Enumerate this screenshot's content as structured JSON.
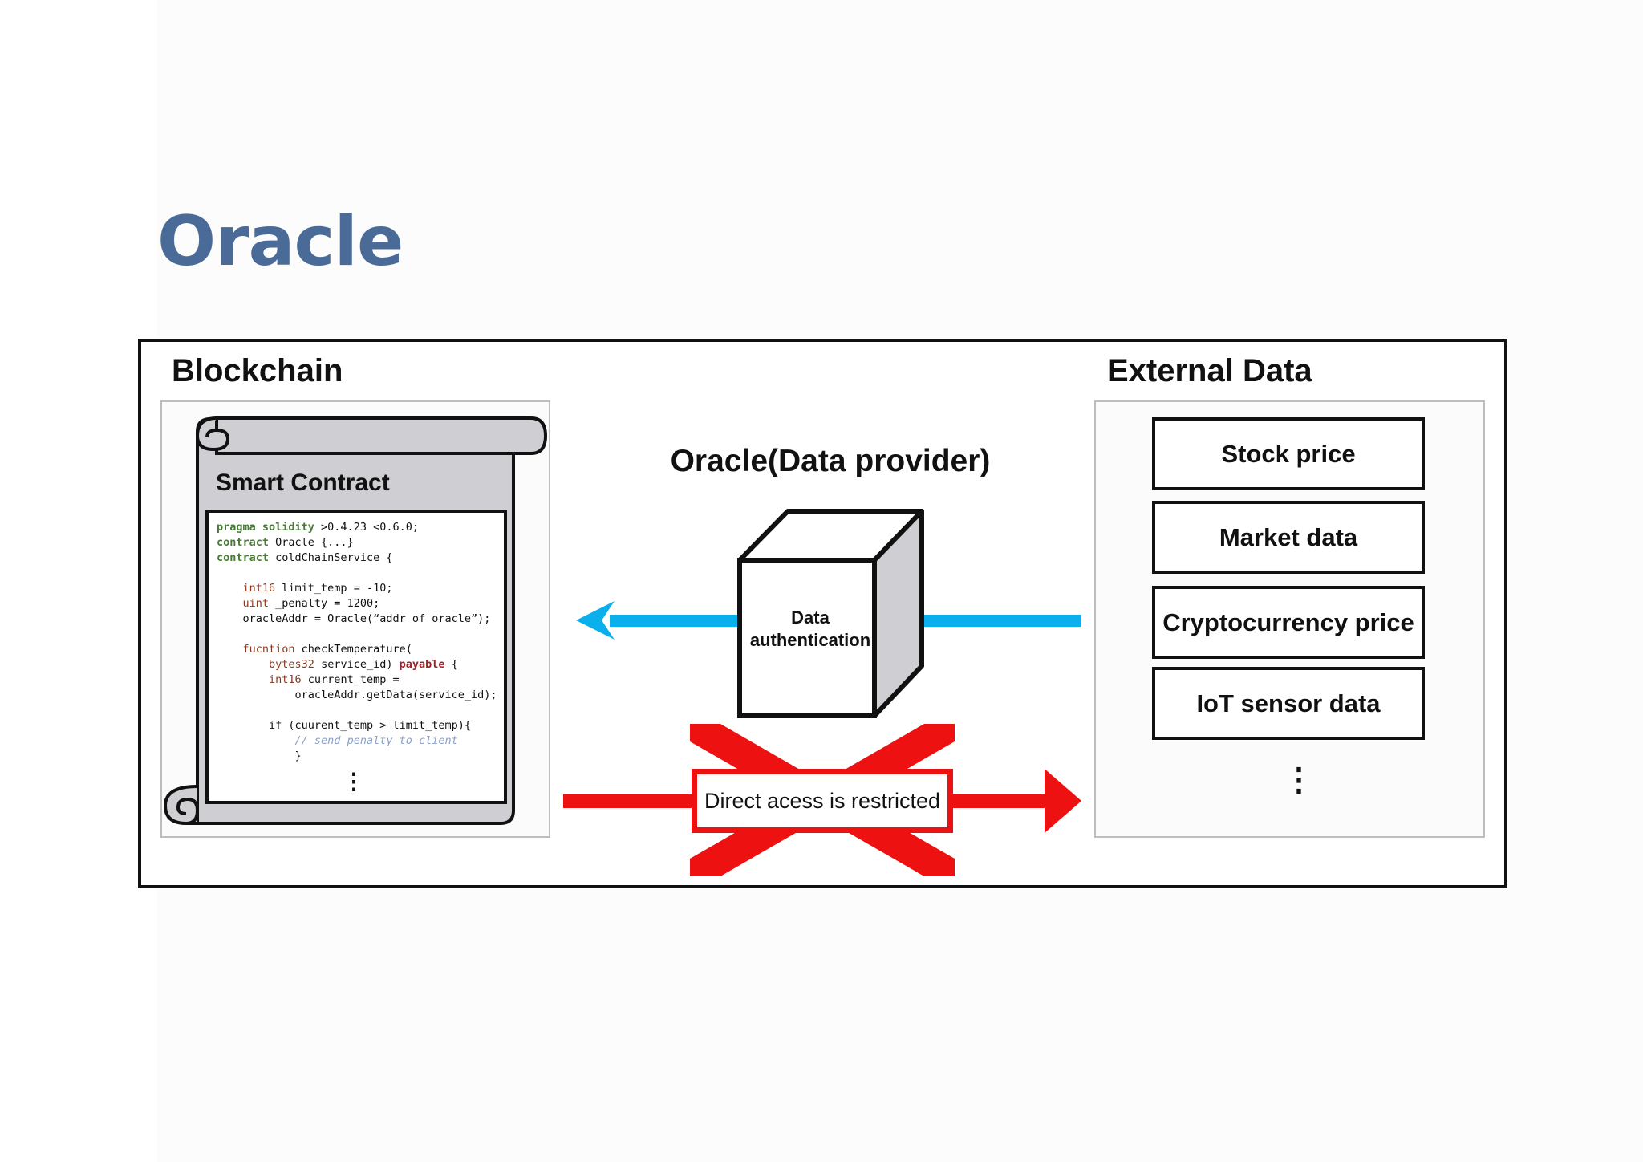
{
  "slide": {
    "title": "Oracle"
  },
  "blockchain": {
    "label": "Blockchain",
    "smart_contract": {
      "label": "Smart Contract",
      "code": {
        "l1_kw": "pragma solidity",
        "l1_rest": " >0.4.23 <0.6.0;",
        "l2_kw": "contract",
        "l2_rest": " Oracle {...}",
        "l3_kw": "contract",
        "l3_rest": " coldChainService {",
        "l4_ty": "int16",
        "l4_rest": " limit_temp = -10;",
        "l5_ty": "uint",
        "l5_rest": " _penalty = 1200;",
        "l6": "oracleAddr = Oracle(“addr of oracle”);",
        "l7_ty": "fucntion",
        "l7_rest": " checkTemperature(",
        "l8_ty": "bytes32",
        "l8_mid": " service_id) ",
        "l8_pay": "payable",
        "l8_end": " {",
        "l9_ty": "int16",
        "l9_rest": " current_temp =",
        "l10": "oracleAddr.getData(service_id);",
        "l11": "if (cuurent_temp > limit_temp){",
        "l12": "// send penalty to client",
        "l13": "}",
        "ellipsis": "⋮"
      }
    }
  },
  "oracle": {
    "heading": "Oracle(Data provider)",
    "cube_label_line1": "Data",
    "cube_label_line2": "authentication"
  },
  "restriction": {
    "label": "Direct acess is restricted"
  },
  "external_data": {
    "label": "External Data",
    "items": [
      "Stock price",
      "Market data",
      "Cryptocurrency price",
      "IoT sensor data"
    ],
    "ellipsis": "⋮"
  },
  "colors": {
    "title": "#4a6b98",
    "flow_arrow": "#0ab0ec",
    "restricted": "#ee1111",
    "scroll_fill": "#cfcfd3"
  }
}
